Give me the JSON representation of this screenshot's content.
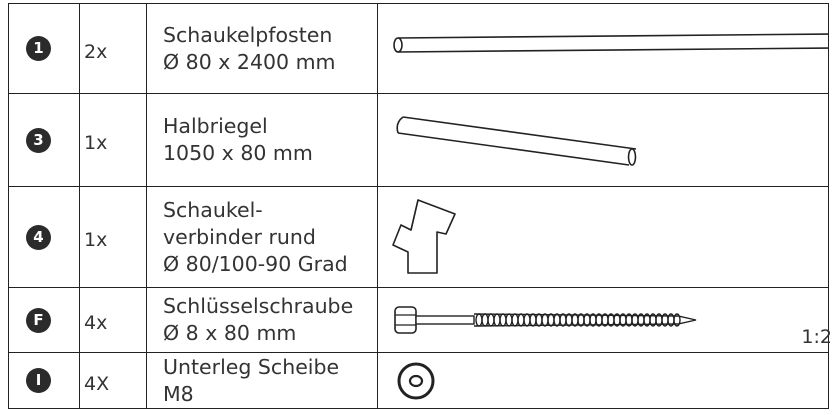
{
  "rows": [
    {
      "badge": "1",
      "quantity": "2x",
      "name_lines": [
        "Schaukelpfosten",
        "Ø 80 x 2400 mm"
      ],
      "drawing_icon": "post-drawing-icon"
    },
    {
      "badge": "3",
      "quantity": "1x",
      "name_lines": [
        "Halbriegel",
        "1050 x 80 mm"
      ],
      "drawing_icon": "half-beam-drawing-icon"
    },
    {
      "badge": "4",
      "quantity": "1x",
      "name_lines": [
        "Schaukel-",
        "verbinder rund",
        "Ø 80/100-90 Grad"
      ],
      "drawing_icon": "swing-connector-drawing-icon"
    },
    {
      "badge": "F",
      "quantity": "4x",
      "name_lines": [
        "Schlüsselschraube",
        "Ø 8 x 80 mm"
      ],
      "drawing_icon": "lag-screw-drawing-icon",
      "scale": "1:2"
    },
    {
      "badge": "I",
      "quantity": "4X",
      "name_lines": [
        "Unterleg Scheibe",
        "M8"
      ],
      "drawing_icon": "washer-drawing-icon"
    }
  ],
  "colors": {
    "ink": "#2b2b2b",
    "border": "#222222",
    "background": "#ffffff"
  }
}
